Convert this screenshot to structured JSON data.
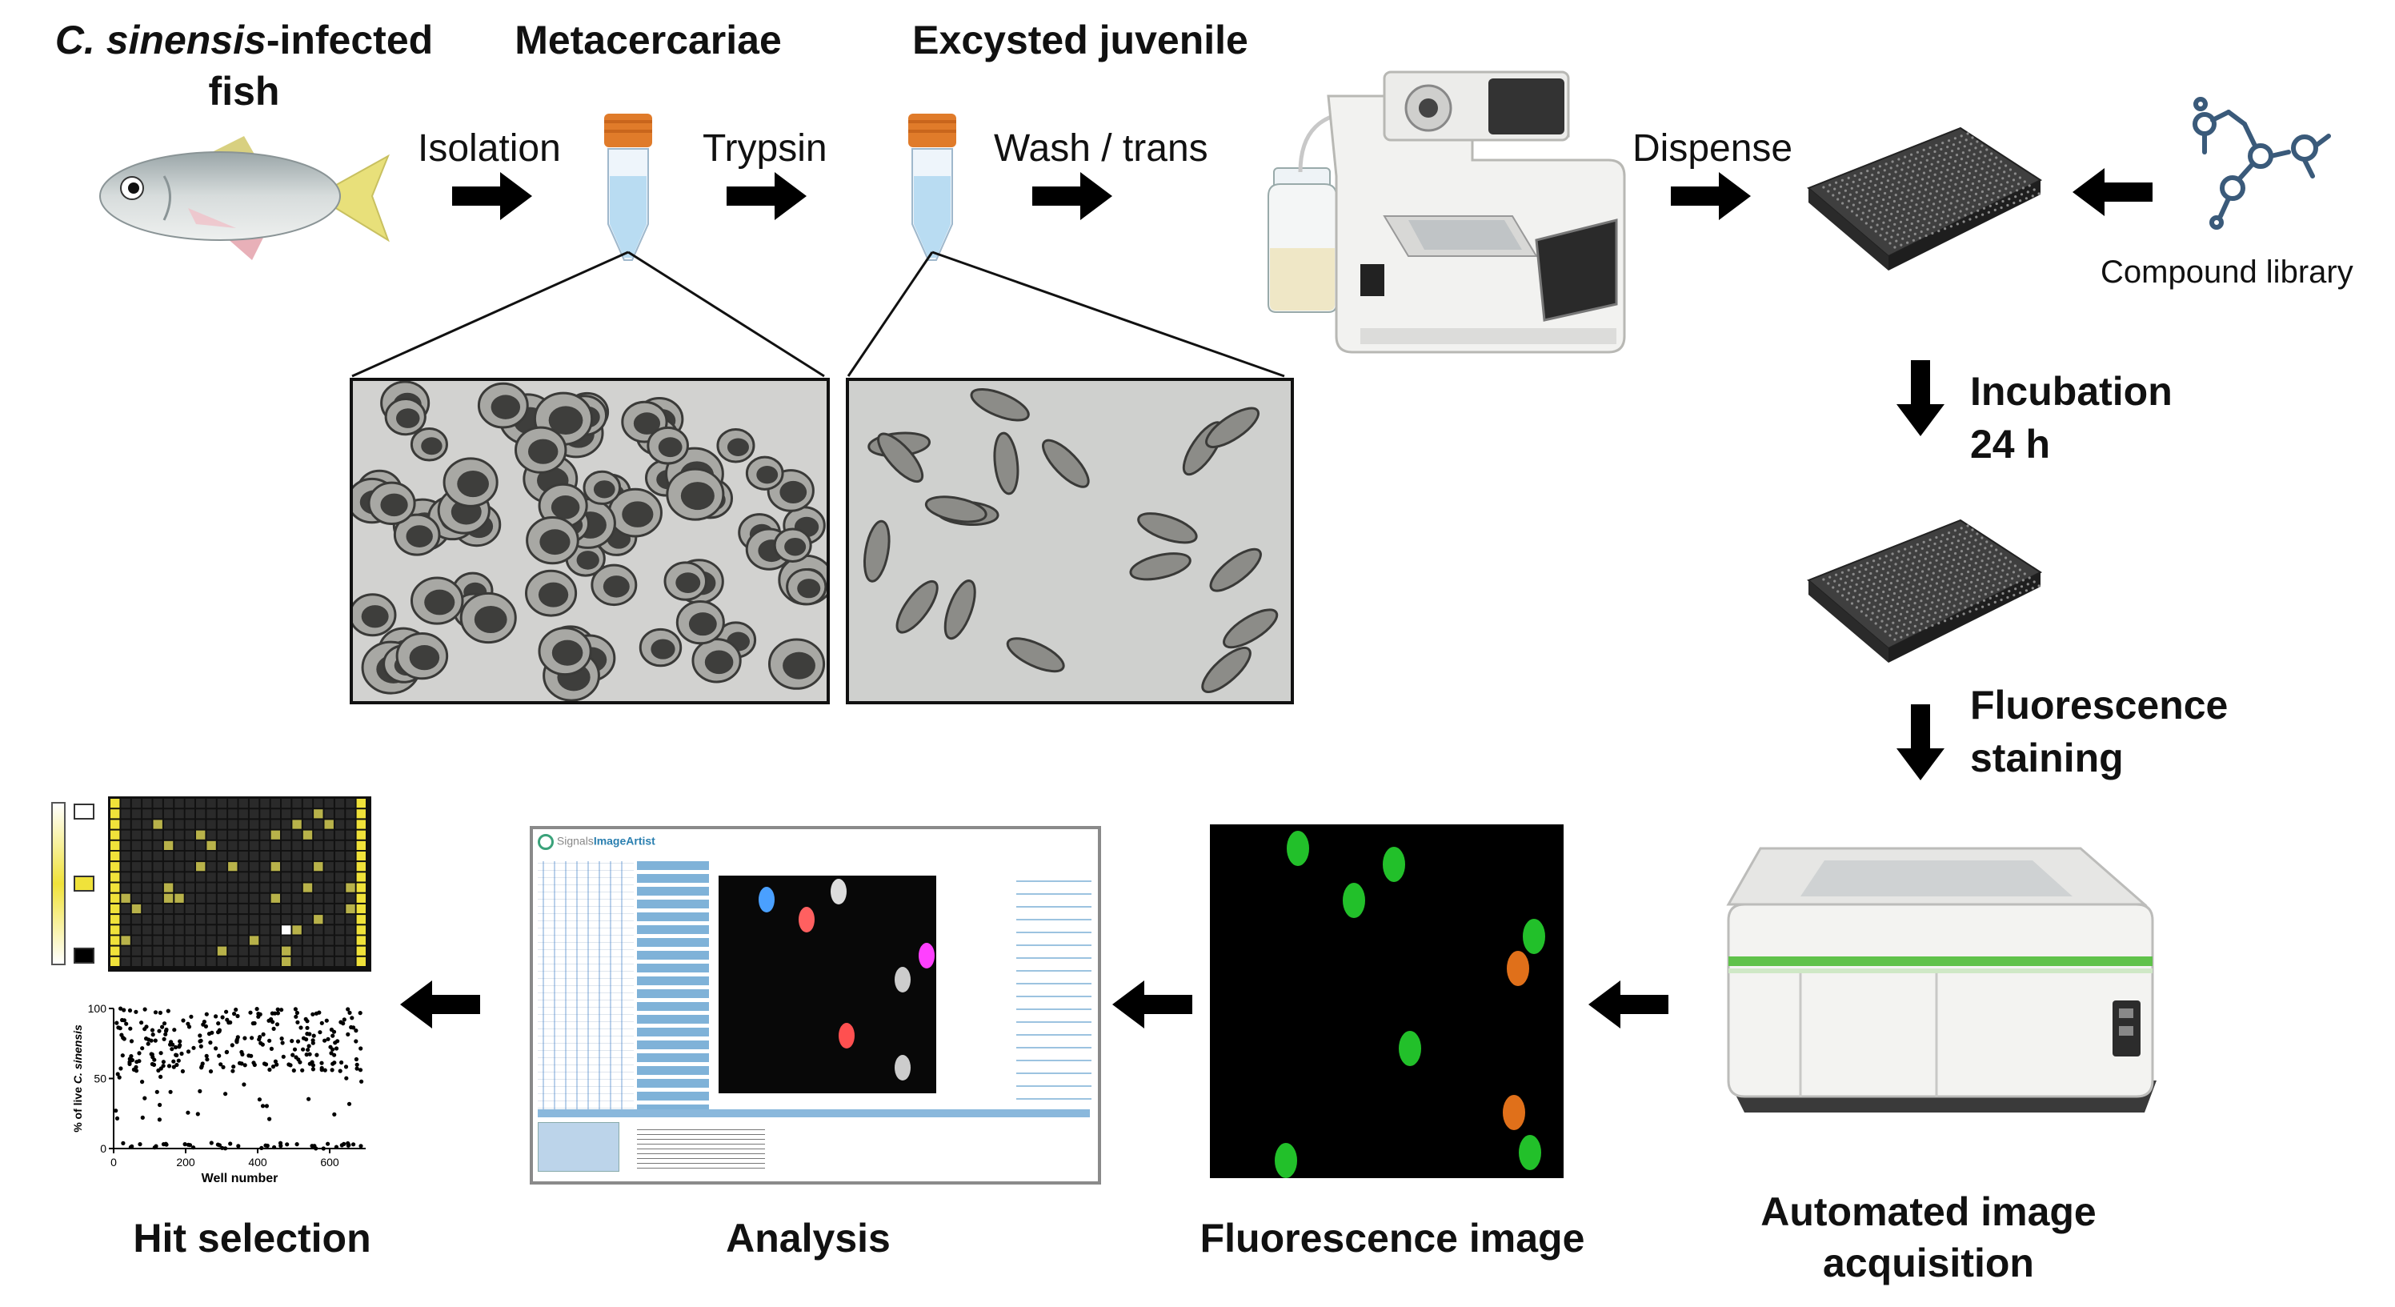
{
  "titles": {
    "fish_prefix": "C. sinensis",
    "fish_suffix": "-infected",
    "fish_line2": "fish",
    "metacercariae": "Metacercariae",
    "excysted": "Excysted juvenile"
  },
  "steps": {
    "isolation": "Isolation",
    "trypsin": "Trypsin",
    "wash": "Wash / trans",
    "dispense": "Dispense",
    "compound_library": "Compound library",
    "incubation_l1": "Incubation",
    "incubation_l2": "24 h",
    "staining_l1": "Fluorescence",
    "staining_l2": "staining"
  },
  "bottom_labels": {
    "hit_selection": "Hit selection",
    "analysis": "Analysis",
    "fluorescence_image": "Fluorescence image",
    "acquisition_l1": "Automated image",
    "acquisition_l2": "acquisition"
  },
  "software": {
    "name_prefix": "Signals",
    "name_suffix": "ImageArtist"
  },
  "chart_data": {
    "type": "scatter",
    "xlabel": "Well number",
    "ylabel_prefix": "% of live",
    "ylabel_species": "C. sinensis",
    "xlim": [
      0,
      700
    ],
    "ylim": [
      0,
      100
    ],
    "xticks": [
      "0",
      "200",
      "400",
      "600"
    ],
    "yticks": [
      "0",
      "50",
      "100"
    ],
    "grid": false
  },
  "colors": {
    "arrow": "#000000",
    "tube_cap": "#e07b2a",
    "tube_liquid": "#b9dcf2",
    "plate": "#4a4a4a",
    "compound": "#3a5a7a",
    "fluor_green": "#22c02a",
    "fluor_orange": "#e0701a",
    "heat_yellow": "#f0e23a",
    "instrument_green": "#5fc24a"
  }
}
